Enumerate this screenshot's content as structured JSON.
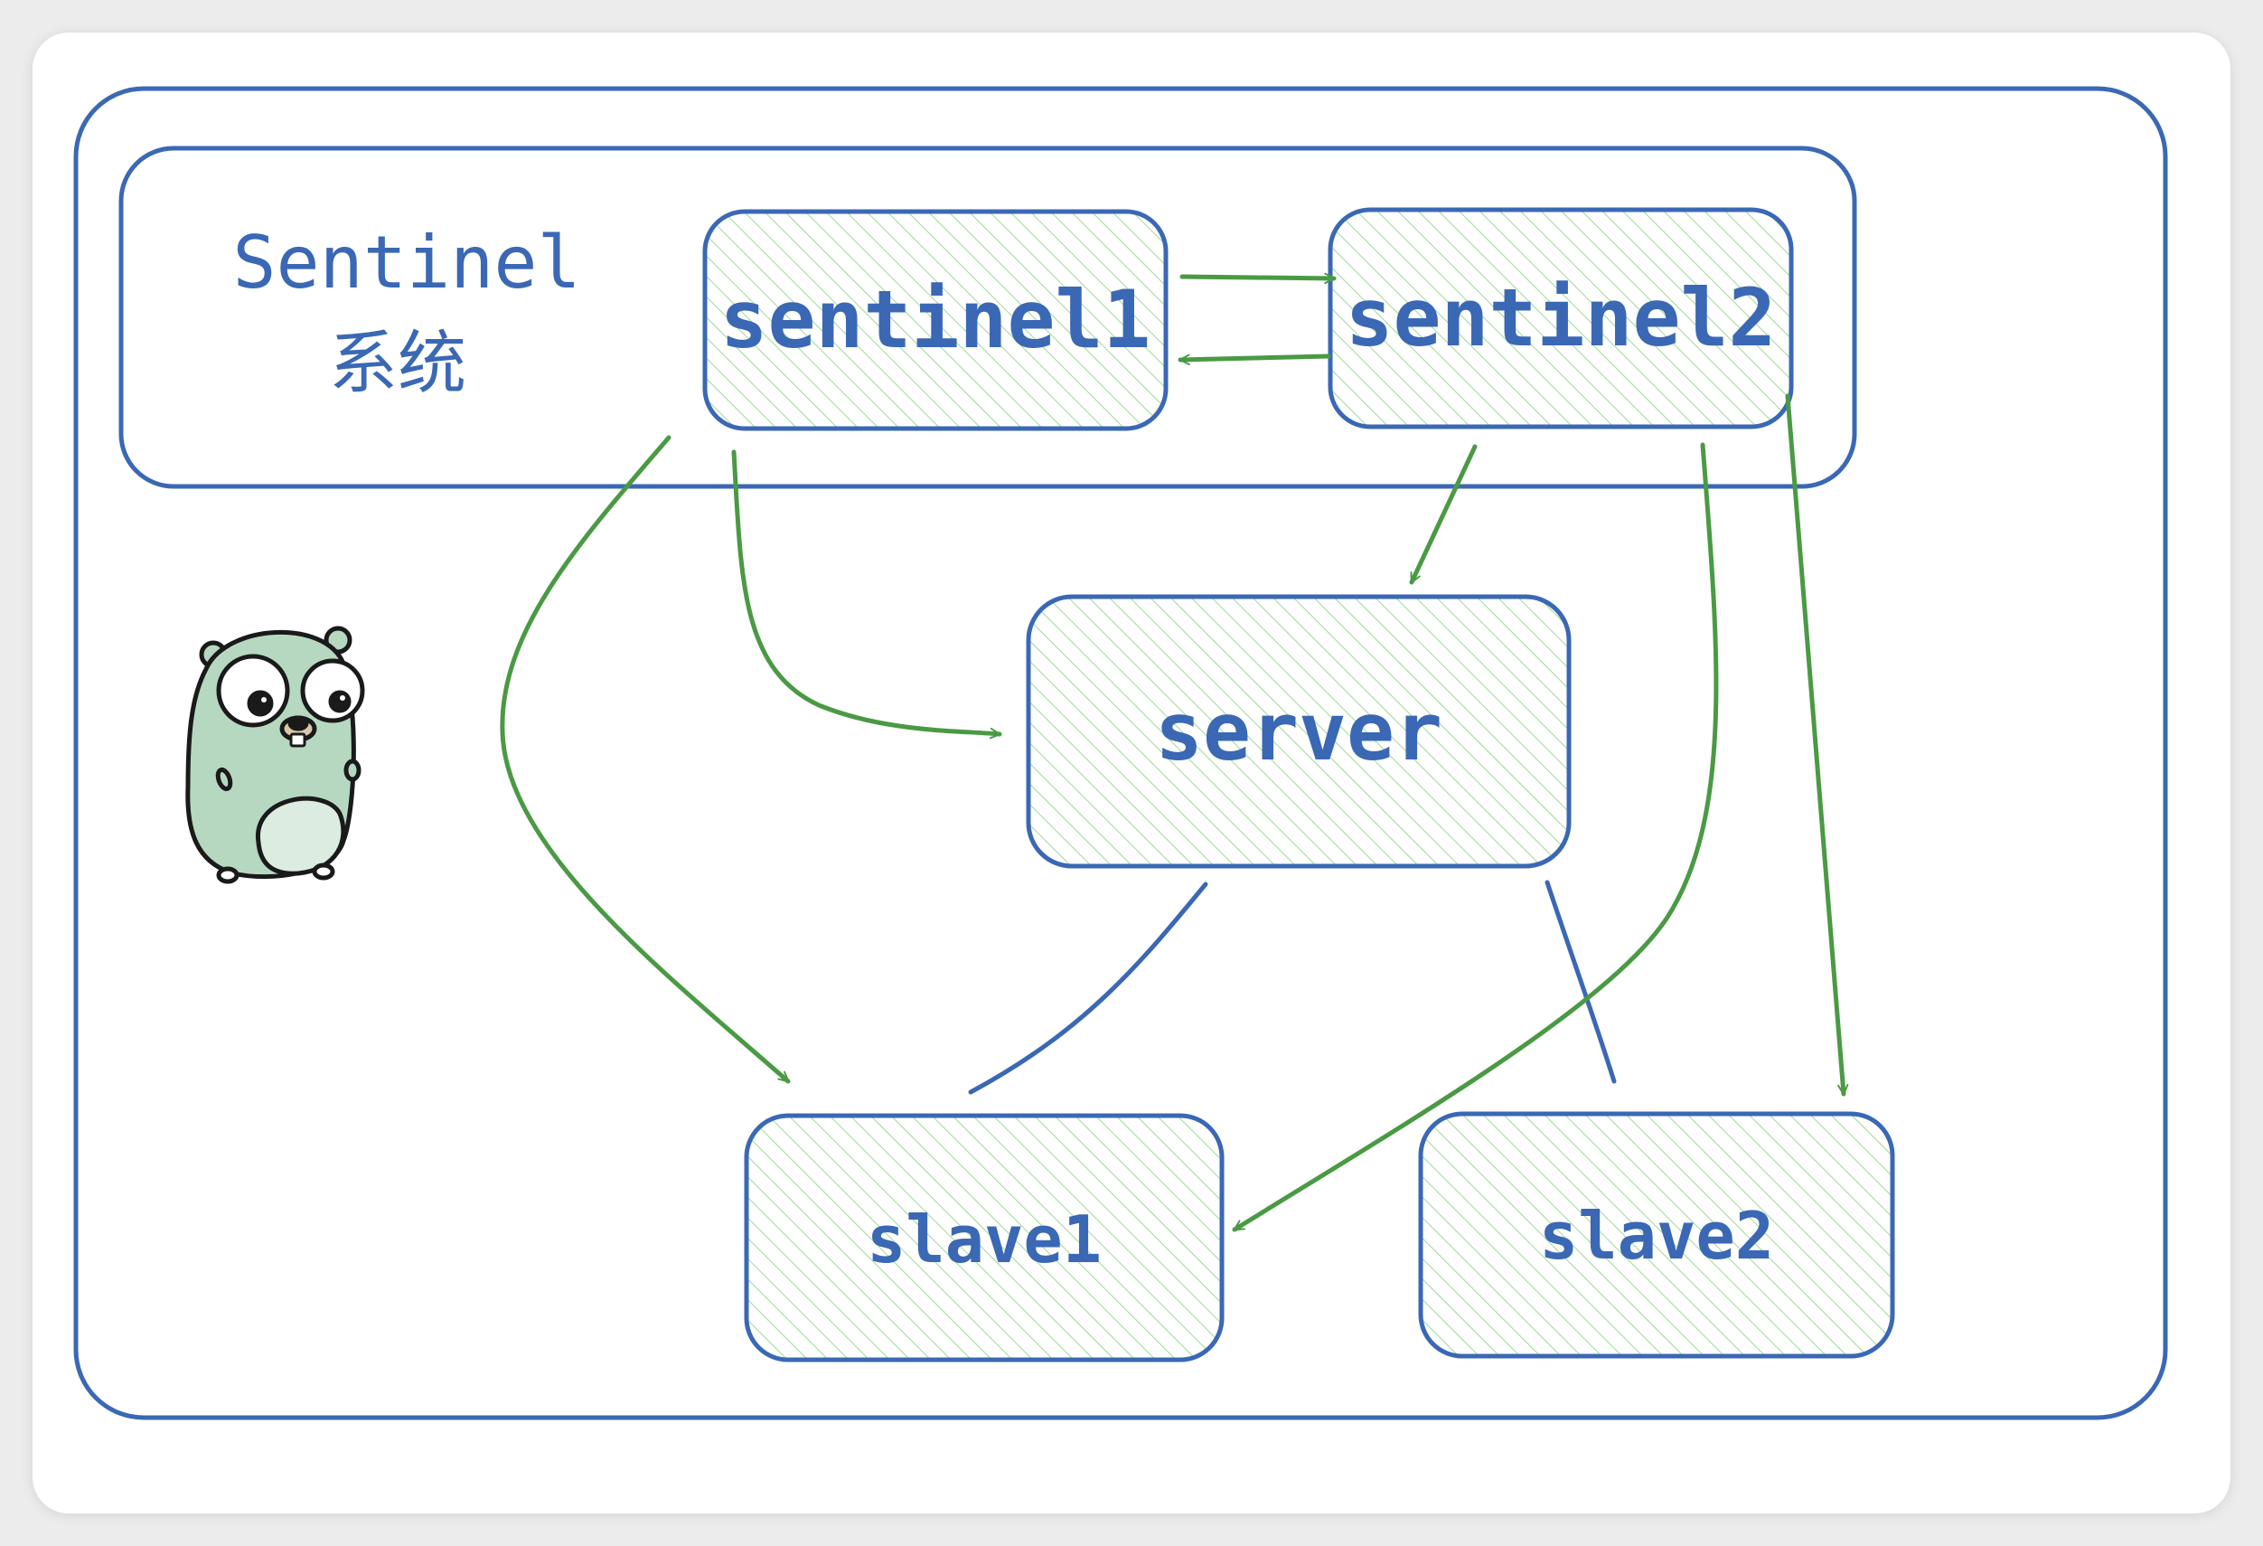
{
  "colors": {
    "frame": "#3a68b5",
    "arrow": "#4a9a44",
    "hatch": "#a6dba0",
    "gopher_body": "#b7d8c0",
    "gopher_belly": "#dcece0"
  },
  "sentinel_group": {
    "title": "Sentinel",
    "subtitle": "系统"
  },
  "nodes": {
    "sentinel1": {
      "label": "sentinel1"
    },
    "sentinel2": {
      "label": "sentinel2"
    },
    "server": {
      "label": "server"
    },
    "slave1": {
      "label": "slave1"
    },
    "slave2": {
      "label": "slave2"
    }
  },
  "mascot": {
    "icon": "go-gopher-icon"
  }
}
